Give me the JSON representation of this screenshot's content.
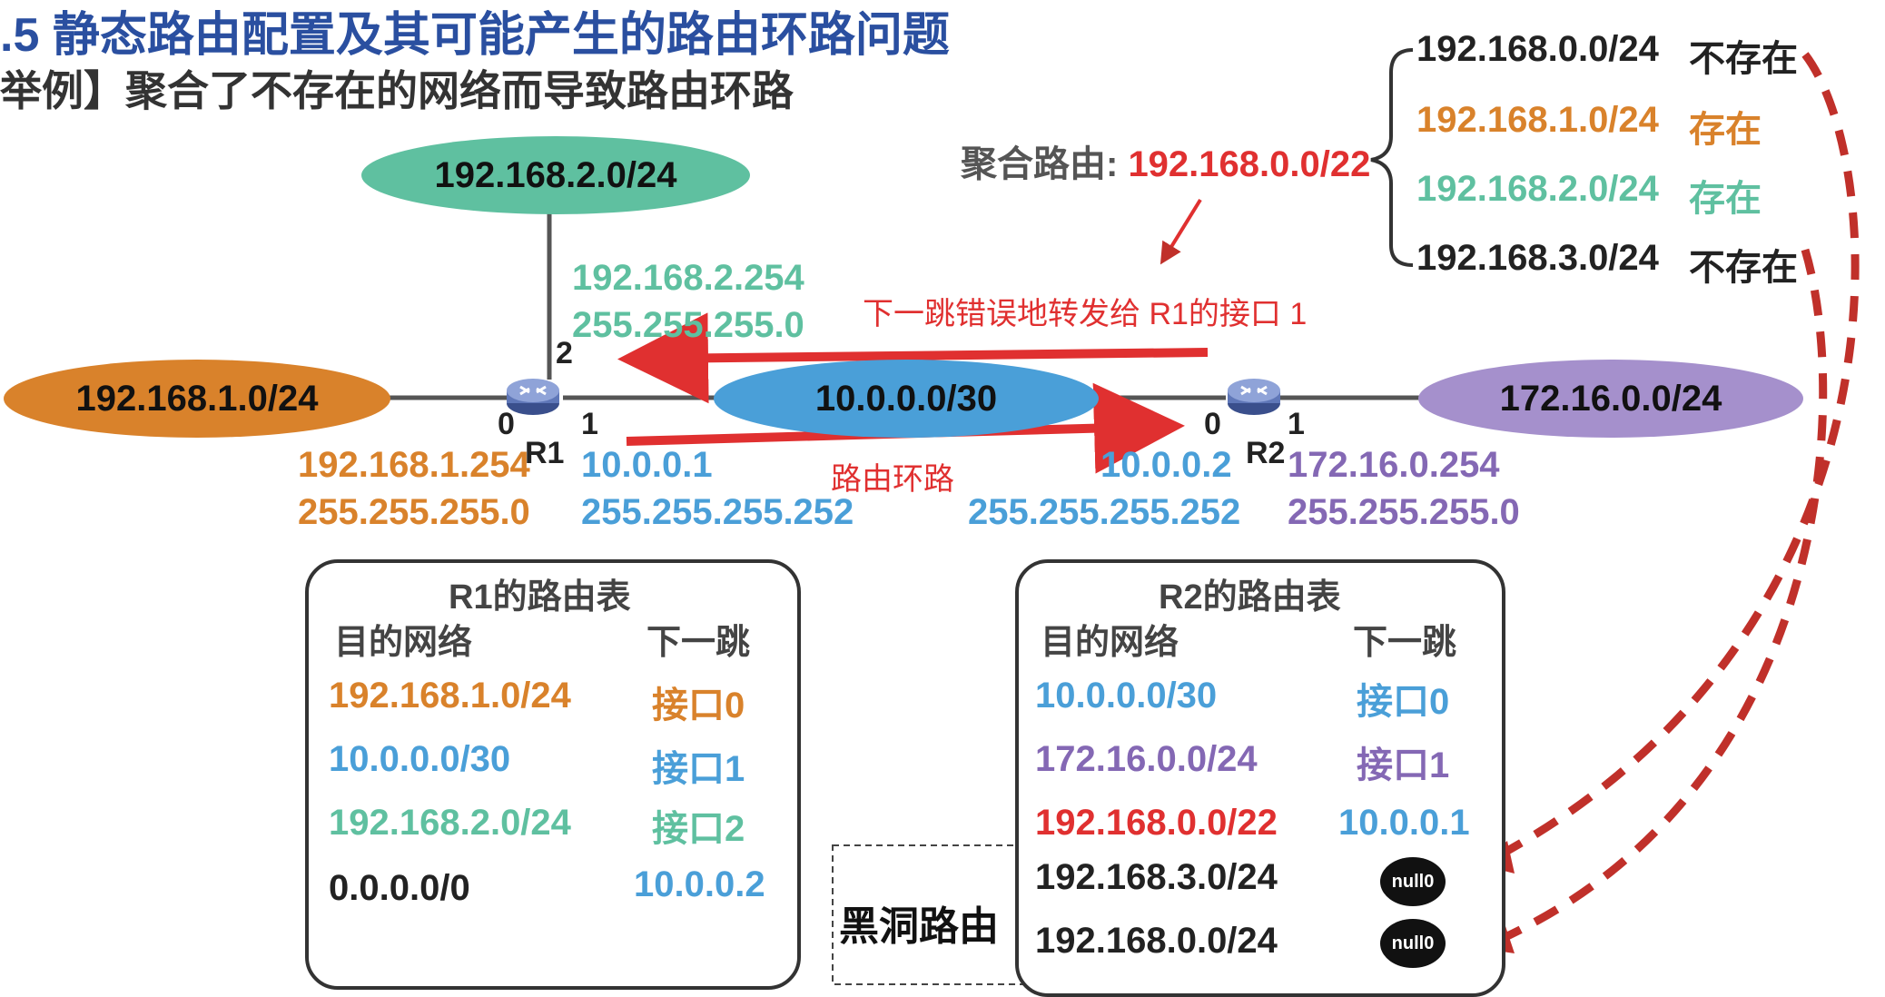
{
  "header": {
    "title": ".5  静态路由配置及其可能产生的路由环路问题",
    "subtitle": "举例】聚合了不存在的网络而导致路由环路"
  },
  "networks": {
    "top": "192.168.2.0/24",
    "left": "192.168.1.0/24",
    "middle": "10.0.0.0/30",
    "right": "172.16.0.0/24"
  },
  "r1": {
    "label": "R1",
    "port0": "0",
    "port1": "1",
    "port2": "2",
    "if0_ip": "192.168.1.254",
    "if0_mask": "255.255.255.0",
    "if1_ip": "10.0.0.1",
    "if1_mask": "255.255.255.252",
    "if2_ip": "192.168.2.254",
    "if2_mask": "255.255.255.0"
  },
  "r2": {
    "label": "R2",
    "port0": "0",
    "port1": "1",
    "if0_ip": "10.0.0.2",
    "if0_mask": "255.255.255.252",
    "if1_ip": "172.16.0.254",
    "if1_mask": "255.255.255.0"
  },
  "aggregate": {
    "label": "聚合路由: ",
    "value": "192.168.0.0/22",
    "subnets": [
      {
        "net": "192.168.0.0/24",
        "status": "不存在"
      },
      {
        "net": "192.168.1.0/24",
        "status": "存在"
      },
      {
        "net": "192.168.2.0/24",
        "status": "存在"
      },
      {
        "net": "192.168.3.0/24",
        "status": "不存在"
      }
    ]
  },
  "annotations": {
    "wrong_forward": "下一跳错误地转发给 R1的接口 1",
    "loop": "路由环路"
  },
  "r1_table": {
    "title": "R1的路由表",
    "col_dest": "目的网络",
    "col_next": "下一跳",
    "rows": [
      {
        "dest": "192.168.1.0/24",
        "next": "接口0"
      },
      {
        "dest": "10.0.0.0/30",
        "next": "接口1"
      },
      {
        "dest": "192.168.2.0/24",
        "next": "接口2"
      },
      {
        "dest": "0.0.0.0/0",
        "next": "10.0.0.2"
      }
    ]
  },
  "r2_table": {
    "title": "R2的路由表",
    "col_dest": "目的网络",
    "col_next": "下一跳",
    "rows": [
      {
        "dest": "10.0.0.0/30",
        "next": "接口0"
      },
      {
        "dest": "172.16.0.0/24",
        "next": "接口1"
      },
      {
        "dest": "192.168.0.0/22",
        "next": "10.0.0.1"
      }
    ],
    "blackhole_label": "黑洞路由",
    "blackhole_rows": [
      {
        "dest": "192.168.3.0/24",
        "next": "null0"
      },
      {
        "dest": "192.168.0.0/24",
        "next": "null0"
      }
    ]
  },
  "colors": {
    "title_blue": "#2a4fa0",
    "orange": "#d9822b",
    "blue": "#4a9fd8",
    "green": "#5fc0a0",
    "purple": "#8468b4",
    "red": "#e03030"
  }
}
